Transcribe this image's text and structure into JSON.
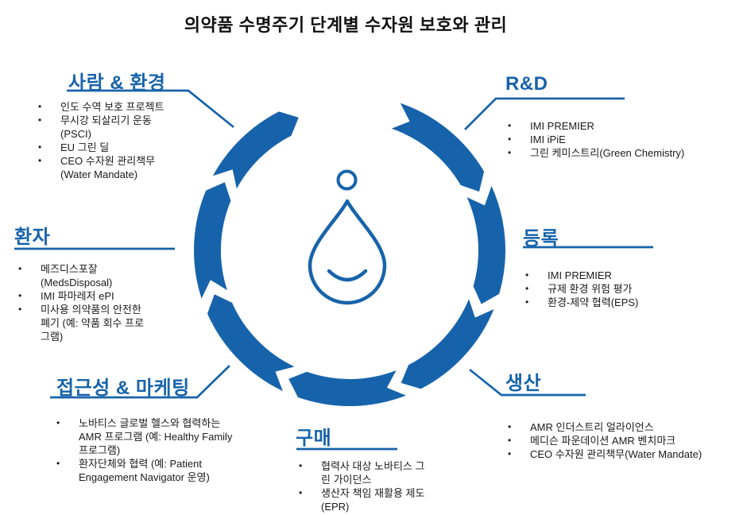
{
  "title": "의약품 수명주기 단계별 수자원 보호와 관리",
  "colors": {
    "accent_blue": "#1763ab",
    "text": "#1a1a1a"
  },
  "center_icon": "water-droplet-icon",
  "sections": [
    {
      "id": "people-environment",
      "heading": "사람 & 환경",
      "items": [
        "인도 수역 보호 프로젝트",
        "무시강 되살리기 운동\n(PSCI)",
        "EU 그린 딜",
        "CEO 수자원 관리책무\n(Water Mandate)"
      ]
    },
    {
      "id": "rnd",
      "heading": "R&D",
      "items": [
        "IMI PREMIER",
        "IMI iPiE",
        "그린 케미스트리(Green Chemistry)"
      ]
    },
    {
      "id": "patient",
      "heading": "환자",
      "items": [
        "메즈디스포잘\n(MedsDisposal)",
        "IMI 파마레저 ePI",
        "미사용 의약품의 안전한\n폐기 (예: 약품 회수 프로\n그램)"
      ]
    },
    {
      "id": "registration",
      "heading": "등록",
      "items": [
        "IMI PREMIER",
        "규제 환경 위험 평가",
        "환경-제약 협력(EPS)"
      ]
    },
    {
      "id": "accessibility-marketing",
      "heading": "접근성 & 마케팅",
      "items": [
        "노바티스 글로벌 헬스와 협력하는\nAMR 프로그램 (예: Healthy Family\n프로그램)",
        "환자단체와 협력 (예: Patient\nEngagement Navigator 운영)"
      ]
    },
    {
      "id": "purchase",
      "heading": "구매",
      "items": [
        "협력사 대상 노바티스 그\n린 가이던스",
        "생산자 책임 재활용 제도\n(EPR)"
      ]
    },
    {
      "id": "production",
      "heading": "생산",
      "items": [
        "AMR 인더스트리 얼라이언스",
        "메디슨 파운데이션 AMR 벤치마크",
        "CEO 수자원 관리책무(Water Mandate)"
      ]
    }
  ]
}
